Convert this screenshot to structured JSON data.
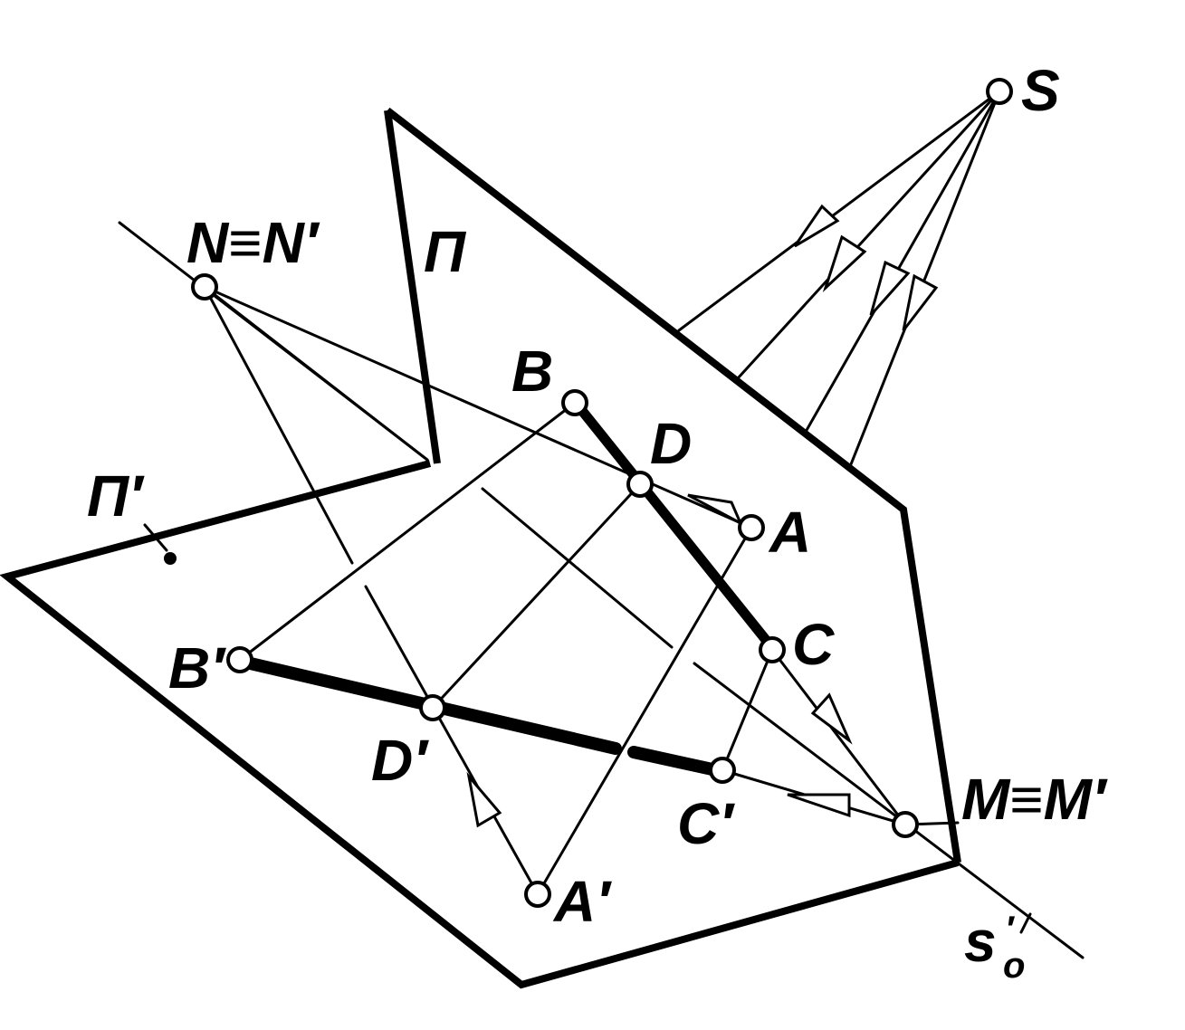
{
  "labels": {
    "S": "S",
    "N": "N≡N′",
    "Pi": "П",
    "PiPrime": "П′",
    "B": "B",
    "D": "D",
    "A": "A",
    "C": "C",
    "BPrime": "B′",
    "DPrime": "D′",
    "CPrime": "C′",
    "APrime": "A′",
    "M": "M≡M′",
    "s": "s",
    "sSub": "o",
    "sPrime": "′"
  }
}
